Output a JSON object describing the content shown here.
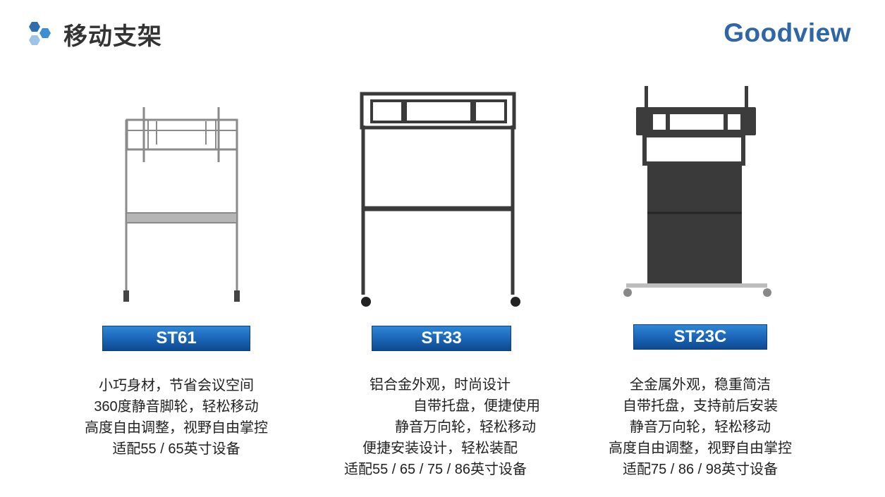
{
  "header": {
    "title": "移动支架",
    "logo": "Goodview"
  },
  "products": [
    {
      "model": "ST61",
      "features": [
        "小巧身材，节省会议空间",
        "360度静音脚轮，轻松移动",
        "高度自由调整，视野自由掌控",
        "适配55 / 65英寸设备"
      ]
    },
    {
      "model": "ST33",
      "features": [
        "铝合金外观，时尚设计",
        "自带托盘，便捷使用",
        "静音万向轮，轻松移动",
        "便捷安装设计，轻松装配",
        "适配55 / 65 / 75 / 86英寸设备"
      ]
    },
    {
      "model": "ST23C",
      "features": [
        "全金属外观，稳重简洁",
        "自带托盘，支持前后安装",
        "静音万向轮，轻松移动",
        "高度自由调整，视野自由掌控",
        "适配75 / 86 / 98英寸设备"
      ]
    }
  ],
  "colors": {
    "accent": "#1a63b5",
    "logo": "#2e66a8",
    "title": "#333333"
  }
}
